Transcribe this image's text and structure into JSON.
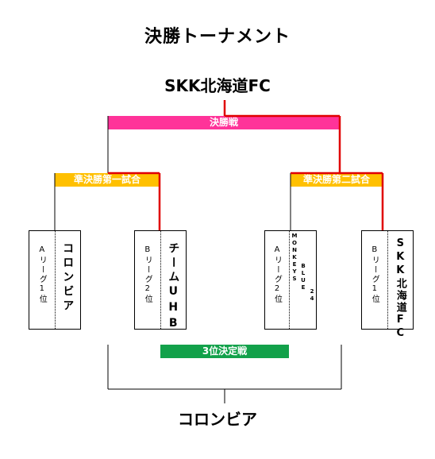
{
  "title": "決勝トーナメント",
  "champion": "SKK北海道FC",
  "third_place_winner": "コロンビア",
  "bands": {
    "final": "決勝戦",
    "semi1": "準決勝第一試合",
    "semi2": "準決勝第二試合",
    "third": "3位決定戦"
  },
  "colors": {
    "final_band": "#ff3399",
    "semi_band": "#ffc000",
    "third_band": "#12a14a",
    "winner_line": "#e00000"
  },
  "teams": [
    {
      "seed": "Aリーグ1位",
      "name": "コロンビア"
    },
    {
      "seed": "Bリーグ2位",
      "name": "チームUHB"
    },
    {
      "seed": "Aリーグ2位",
      "name": "MONKEYS BLUE 24",
      "name_lines": [
        "MONKEYS",
        "BLUE",
        "24"
      ]
    },
    {
      "seed": "Bリーグ1位",
      "name": "SKK北海道FC"
    }
  ]
}
